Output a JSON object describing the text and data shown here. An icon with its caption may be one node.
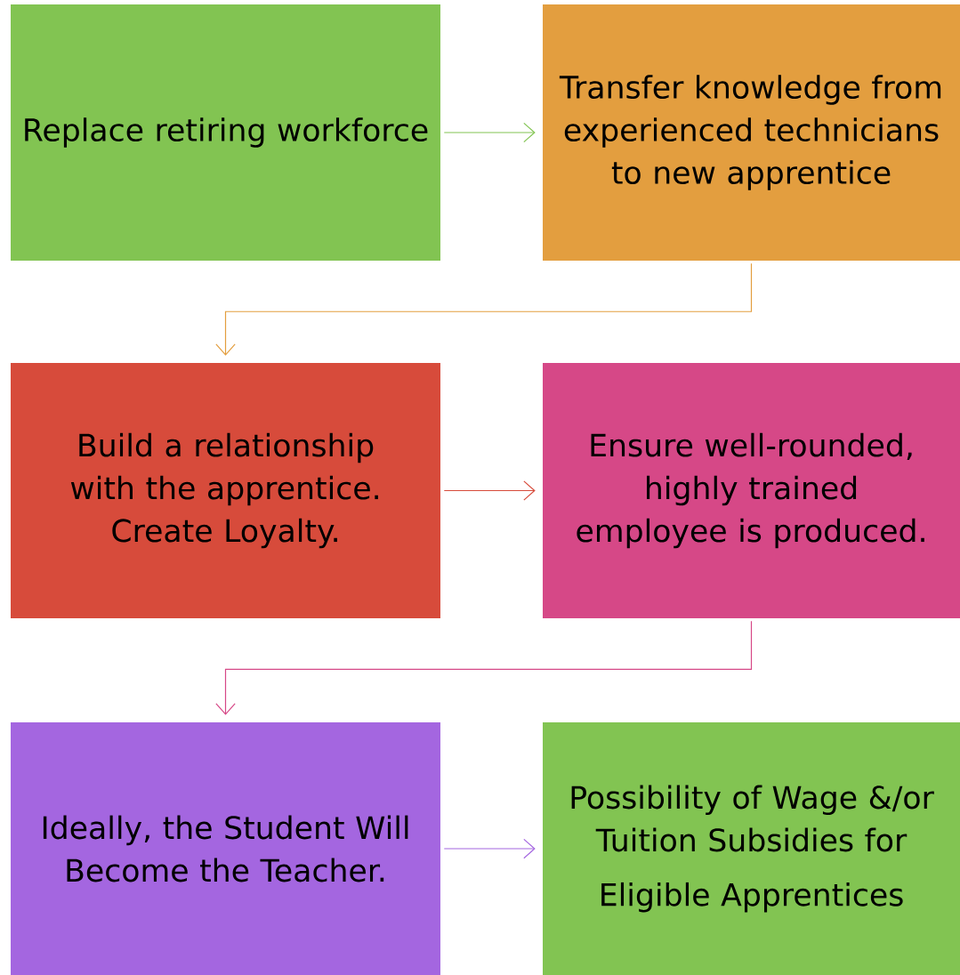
{
  "diagram": {
    "nodes": [
      {
        "text": [
          "Replace retiring workforce"
        ]
      },
      {
        "text": [
          "Transfer knowledge from experienced technicians to new apprentice"
        ]
      },
      {
        "text": [
          "Build a relationship with the apprentice. Create Loyalty."
        ]
      },
      {
        "text": [
          "Ensure well-rounded, highly trained employee is produced."
        ]
      },
      {
        "text": [
          "Ideally, the Student Will Become the Teacher."
        ]
      },
      {
        "text": [
          "Possibility of Wage &/or Tuition Subsidies for",
          "Eligible Apprentices"
        ]
      }
    ],
    "edges": [
      {
        "from": 0,
        "to": 1,
        "arrow": "to",
        "color": "#82c452"
      },
      {
        "from": 1,
        "to": 2,
        "arrow": "to",
        "color": "#e39e3f"
      },
      {
        "from": 2,
        "to": 3,
        "arrow": "to",
        "color": "#d74b3b"
      },
      {
        "from": 3,
        "to": 4,
        "arrow": "to",
        "color": "#d64887"
      },
      {
        "from": 4,
        "to": 5,
        "arrow": "to",
        "color": "#a466e0"
      }
    ]
  }
}
